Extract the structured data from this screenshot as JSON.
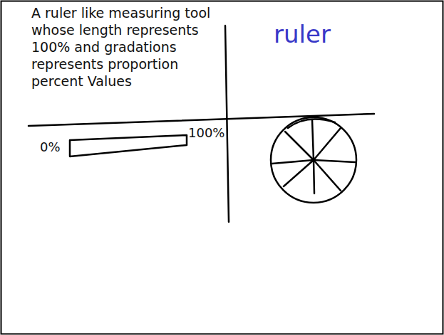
{
  "diagram": {
    "labels": [
      "A ruler like measuring tool whose length represents 100% and gradations represents proportion percent Values",
      "ruler",
      "0%",
      "100%"
    ]
  }
}
